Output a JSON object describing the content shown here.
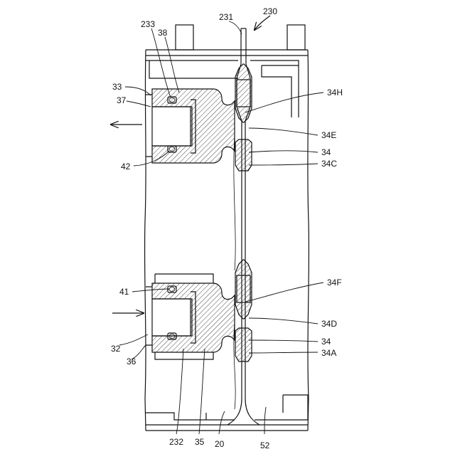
{
  "figure": {
    "labels": {
      "l230": "230",
      "l231": "231",
      "l233": "233",
      "l38": "38",
      "l33": "33",
      "l37": "37",
      "l42": "42",
      "l41": "41",
      "l32": "32",
      "l36": "36",
      "l232": "232",
      "l35": "35",
      "l20": "20",
      "l52": "52",
      "l34H": "34H",
      "l34E": "34E",
      "l34_top": "34",
      "l34C": "34C",
      "l34F": "34F",
      "l34D": "34D",
      "l34_bot": "34",
      "l34A": "34A"
    },
    "arrows": {
      "outflow": "left",
      "inflow": "right"
    }
  }
}
